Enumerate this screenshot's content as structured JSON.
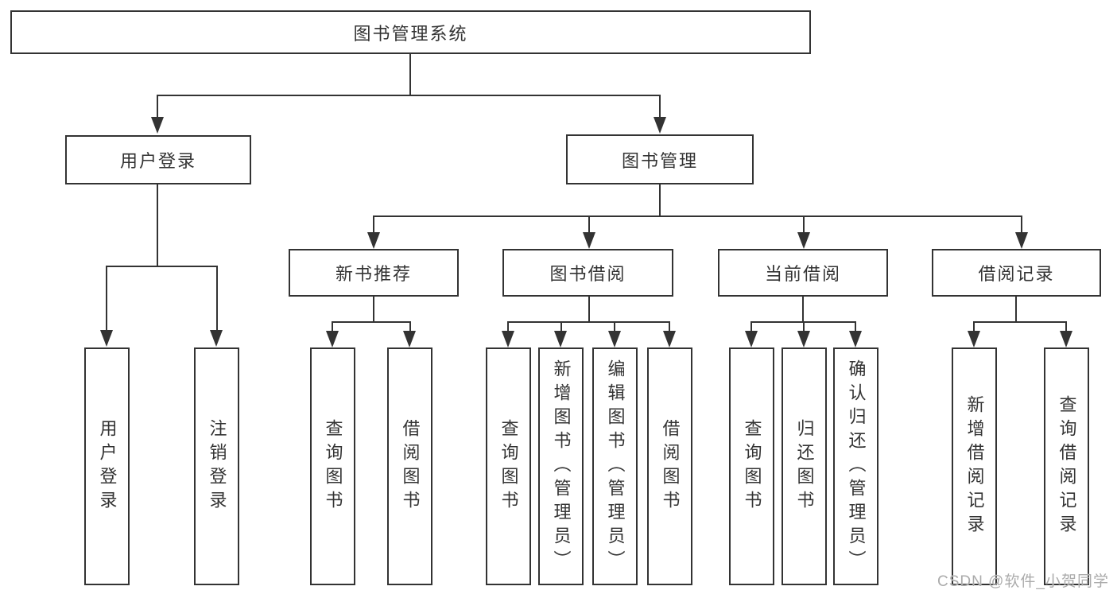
{
  "colors": {
    "line": "#333333",
    "text": "#333333",
    "background": "#ffffff",
    "watermark": "#ababab"
  },
  "tree": {
    "root": "图书管理系统",
    "user_login": {
      "label": "用户登录",
      "children": [
        "用户登录",
        "注销登录"
      ]
    },
    "book_mgmt": {
      "label": "图书管理",
      "groups": [
        {
          "label": "新书推荐",
          "children": [
            "查询图书",
            "借阅图书"
          ]
        },
        {
          "label": "图书借阅",
          "children": [
            "查询图书",
            "新增图书（管理员）",
            "编辑图书（管理员）",
            "借阅图书"
          ]
        },
        {
          "label": "当前借阅",
          "children": [
            "查询图书",
            "归还图书",
            "确认归还（管理员）"
          ]
        },
        {
          "label": "借阅记录",
          "children": [
            "新增借阅记录",
            "查询借阅记录"
          ]
        }
      ]
    }
  },
  "watermark": "CSDN @软件_小贺同学"
}
